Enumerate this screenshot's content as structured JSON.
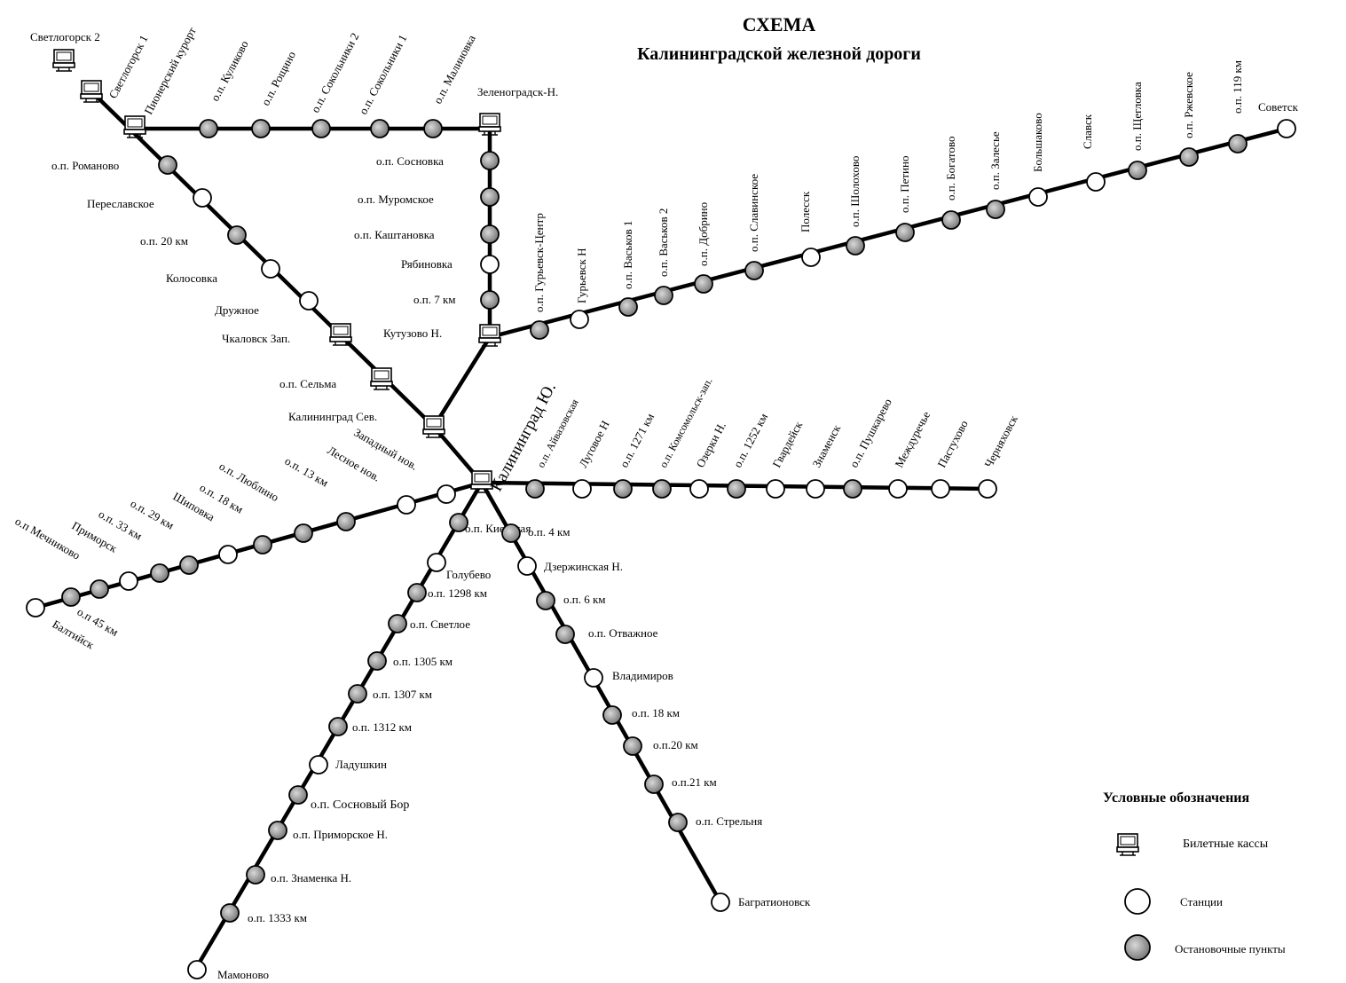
{
  "title": "СХЕМА",
  "subtitle": "Калининградской железной дороги",
  "colors": {
    "line": "#000000",
    "station_fill": "#ffffff",
    "stop_fill": "#9a9a9a",
    "background": "#ffffff"
  },
  "legend": {
    "heading": "Условные обозначения",
    "items": [
      {
        "icon": "ticket-office-icon",
        "label": "Билетные кассы"
      },
      {
        "icon": "station-icon",
        "label": "Станции"
      },
      {
        "icon": "stop-point-icon",
        "label": "Остановочные пункты"
      }
    ]
  },
  "lines": {
    "svetlogorsk_zelenogradsk": {
      "stations": [
        {
          "name": "Пионерский курорт",
          "type": "ticket-office"
        },
        {
          "name": "о.п. Куликово",
          "type": "stop"
        },
        {
          "name": "о.п. Рощино",
          "type": "stop"
        },
        {
          "name": "о.п. Сокольники 2",
          "type": "stop"
        },
        {
          "name": "о.п. Сокольники 1",
          "type": "stop"
        },
        {
          "name": "о.п. Малиновка",
          "type": "stop"
        },
        {
          "name": "Зеленоградск-Н.",
          "type": "ticket-office"
        }
      ]
    },
    "svetlogorsk_kaliningrad": {
      "stations": [
        {
          "name": "Светлогорск 2",
          "type": "ticket-office"
        },
        {
          "name": "Светлогорск 1",
          "type": "ticket-office"
        },
        {
          "name": "о.п. Романово",
          "type": "stop"
        },
        {
          "name": "Переславское",
          "type": "station"
        },
        {
          "name": "о.п. 20 км",
          "type": "stop"
        },
        {
          "name": "Колосовка",
          "type": "station"
        },
        {
          "name": "Дружное",
          "type": "station"
        },
        {
          "name": "Чкаловск Зап.",
          "type": "ticket-office"
        },
        {
          "name": "о.п. Сельма",
          "type": "ticket-office"
        },
        {
          "name": "Калининград Сев.",
          "type": "ticket-office"
        }
      ]
    },
    "zelenogradsk_kutuzovo": {
      "stations": [
        {
          "name": "о.п. Сосновка",
          "type": "stop"
        },
        {
          "name": "о.п. Муромское",
          "type": "stop"
        },
        {
          "name": "о.п. Каштановка",
          "type": "stop"
        },
        {
          "name": "Рябиновка",
          "type": "station"
        },
        {
          "name": "о.п. 7 км",
          "type": "stop"
        },
        {
          "name": "Кутузово Н.",
          "type": "ticket-office"
        }
      ]
    },
    "sovetsk": {
      "stations": [
        {
          "name": "о.п. Гурьевск-Центр",
          "type": "stop"
        },
        {
          "name": "Гурьевск Н",
          "type": "station"
        },
        {
          "name": "о.п. Васьков 1",
          "type": "stop"
        },
        {
          "name": "о.п. Васьков 2",
          "type": "stop"
        },
        {
          "name": "о.п. Добрино",
          "type": "stop"
        },
        {
          "name": "о.п. Славинское",
          "type": "stop"
        },
        {
          "name": "Полесск",
          "type": "station"
        },
        {
          "name": "о.п. Шолохово",
          "type": "stop"
        },
        {
          "name": "о.п. Петино",
          "type": "stop"
        },
        {
          "name": "о.п. Богатово",
          "type": "stop"
        },
        {
          "name": "о.п. Залесье",
          "type": "stop"
        },
        {
          "name": "Большаково",
          "type": "station"
        },
        {
          "name": "Славск",
          "type": "station"
        },
        {
          "name": "о.п. Щегловка",
          "type": "stop"
        },
        {
          "name": "о.п. Ржевское",
          "type": "stop"
        },
        {
          "name": "о.п. 119 км",
          "type": "stop"
        },
        {
          "name": "Советск",
          "type": "station"
        }
      ]
    },
    "hub": {
      "name": "Калининград Ю.",
      "type": "ticket-office"
    },
    "chernyakhovsk": {
      "stations": [
        {
          "name": "о.п. Айвазовская",
          "type": "stop"
        },
        {
          "name": "Луговое Н",
          "type": "station"
        },
        {
          "name": "о.п. 1271 км",
          "type": "stop"
        },
        {
          "name": "о.п. Комсомольск-зап.",
          "type": "stop"
        },
        {
          "name": "Озерки Н.",
          "type": "station"
        },
        {
          "name": "о.п. 1252 км",
          "type": "stop"
        },
        {
          "name": "Гвардейск",
          "type": "station"
        },
        {
          "name": "Знаменск",
          "type": "station"
        },
        {
          "name": "о.п. Пушкарево",
          "type": "stop"
        },
        {
          "name": "Междуречье",
          "type": "station"
        },
        {
          "name": "Пастухово",
          "type": "station"
        },
        {
          "name": "Черняховск",
          "type": "station"
        }
      ]
    },
    "baltiysk": {
      "stations": [
        {
          "name": "Западный нов.",
          "type": "station"
        },
        {
          "name": "Лесное нов.",
          "type": "station"
        },
        {
          "name": "о.п. 13 км",
          "type": "stop"
        },
        {
          "name": "о.п. Люблино",
          "type": "stop"
        },
        {
          "name": "о.п. 18 км",
          "type": "stop"
        },
        {
          "name": "Шиповка",
          "type": "station"
        },
        {
          "name": "о.п. 29 км",
          "type": "stop"
        },
        {
          "name": "о.п. 33 км",
          "type": "stop"
        },
        {
          "name": "Приморск",
          "type": "station"
        },
        {
          "name": "о.п Мечниково",
          "type": "stop"
        },
        {
          "name": "о.п 45 км",
          "type": "stop"
        },
        {
          "name": "Балтийск",
          "type": "station"
        }
      ]
    },
    "mamonovo": {
      "stations": [
        {
          "name": "о.п. Киевская",
          "type": "stop"
        },
        {
          "name": "Голубево",
          "type": "station"
        },
        {
          "name": "о.п. 1298 км",
          "type": "stop"
        },
        {
          "name": "о.п. Светлое",
          "type": "stop"
        },
        {
          "name": "о.п. 1305 км",
          "type": "stop"
        },
        {
          "name": "о.п. 1307 км",
          "type": "stop"
        },
        {
          "name": "о.п. 1312 км",
          "type": "stop"
        },
        {
          "name": "Ладушкин",
          "type": "station"
        },
        {
          "name": "о.п. Сосновый Бор",
          "type": "stop"
        },
        {
          "name": "о.п. Приморское Н.",
          "type": "stop"
        },
        {
          "name": "о.п. Знаменка Н.",
          "type": "stop"
        },
        {
          "name": "о.п. 1333 км",
          "type": "stop"
        },
        {
          "name": "Мамоново",
          "type": "station"
        }
      ]
    },
    "bagrationovsk": {
      "stations": [
        {
          "name": "о.п. 4 км",
          "type": "stop"
        },
        {
          "name": "Дзержинская Н.",
          "type": "station"
        },
        {
          "name": "о.п. 6 км",
          "type": "stop"
        },
        {
          "name": "о.п. Отважное",
          "type": "stop"
        },
        {
          "name": "Владимиров",
          "type": "station"
        },
        {
          "name": "о.п. 18 км",
          "type": "stop"
        },
        {
          "name": "о.п.20 км",
          "type": "stop"
        },
        {
          "name": "о.п.21 км",
          "type": "stop"
        },
        {
          "name": "о.п. Стрельня",
          "type": "stop"
        },
        {
          "name": "Багратионовск",
          "type": "station"
        }
      ]
    }
  }
}
